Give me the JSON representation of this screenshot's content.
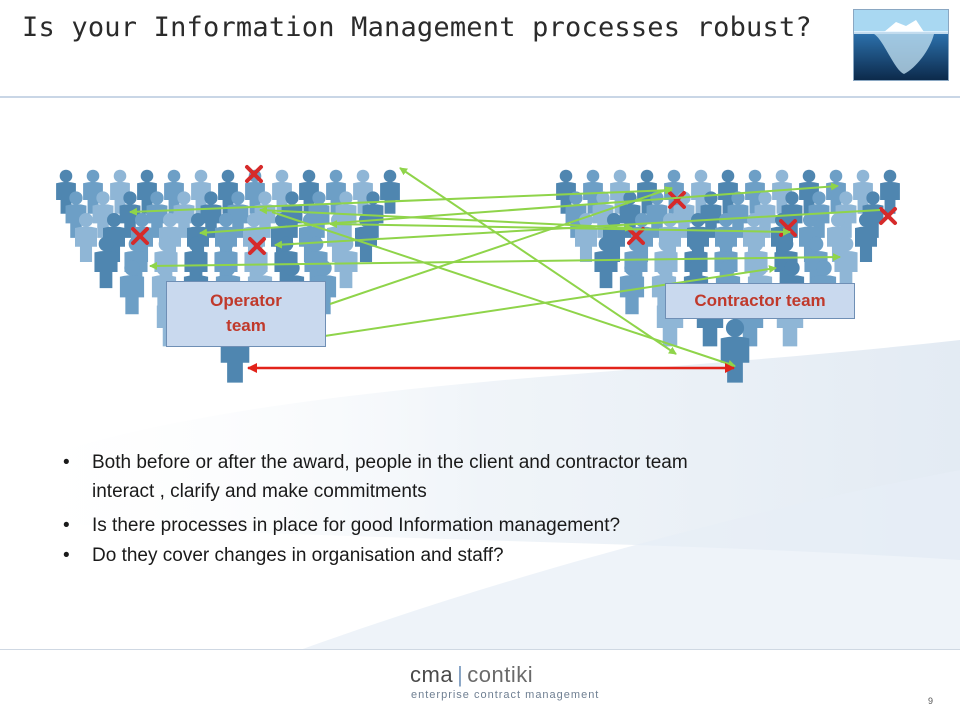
{
  "slide": {
    "title": "Is your Information Management processes robust?",
    "page_number": "9"
  },
  "teams": {
    "operator_label_line1": "Operator",
    "operator_label_line2": "team",
    "contractor_label": "Contractor team"
  },
  "bullets": [
    {
      "line1": "Both before or after the award, people in the client and contractor team",
      "line2": "interact , clarify and make commitments"
    },
    {
      "line1": "Is there processes in place for good Information management?"
    },
    {
      "line1": "Do they cover changes in organisation and staff?"
    }
  ],
  "bullet_glyph": "•",
  "logo": {
    "brand_left": "cma",
    "separator": "|",
    "brand_right": "contiki",
    "tagline": "enterprise contract management"
  },
  "colors": {
    "person": "#5b8fb8",
    "arrow_green": "#8fd44a",
    "arrow_red": "#e2231a",
    "cross": "#d62a2a",
    "label_text": "#c0392b"
  }
}
